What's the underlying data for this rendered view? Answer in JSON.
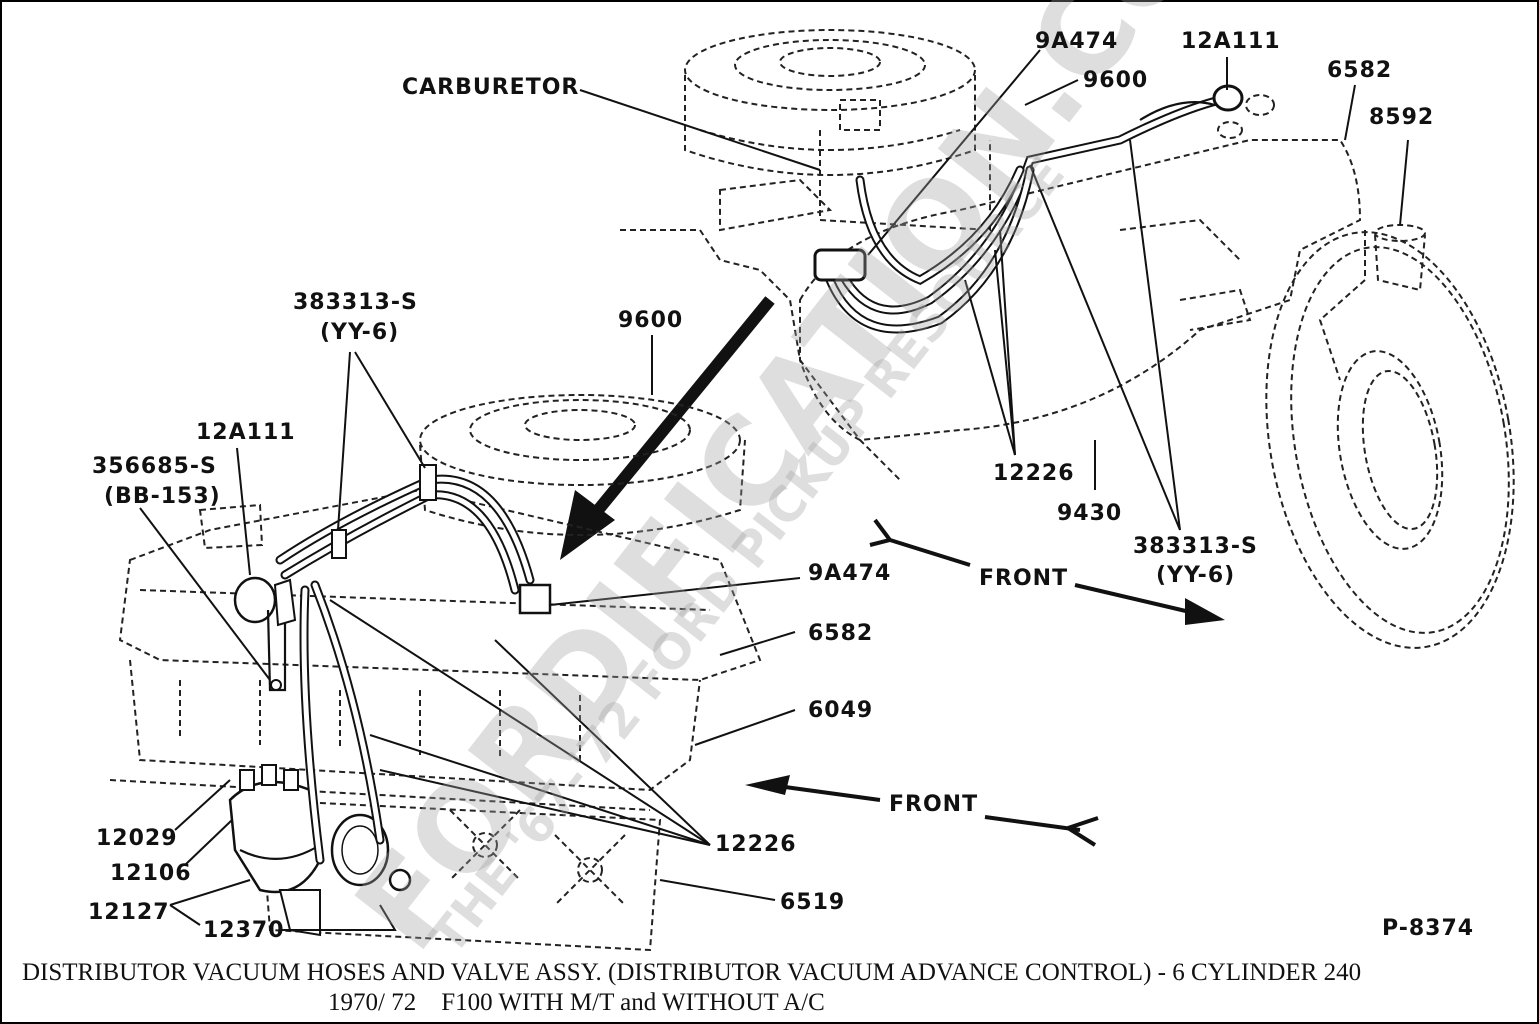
{
  "diagram": {
    "figure_id": "P-8374",
    "caption": {
      "line1": "DISTRIBUTOR VACUUM HOSES AND VALVE ASSY. (DISTRIBUTOR VACUUM ADVANCE CONTROL) - 6 CYLINDER 240",
      "line2": "1970/ 72    F100 WITH M/T and WITHOUT A/C"
    },
    "watermark": {
      "line1": "FORDIFICATION.COM",
      "line2": "THE '67-'72 FORD PICKUP RESOURCE"
    },
    "upper_view_labels": {
      "carburetor": "CARBURETOR",
      "valve_9a474": "9A474",
      "air_cleaner_9600": "9600",
      "valve_12a111": "12A111",
      "rocker_cover_6582": "6582",
      "thermostat_housing_8592": "8592",
      "hose_12226": "12226",
      "manifold_9430": "9430",
      "clip_383313s": "383313-S",
      "clip_yy6": "(YY-6)",
      "front": "FRONT"
    },
    "lower_view_labels": {
      "clip_383313s": "383313-S",
      "clip_yy6": "(YY-6)",
      "air_cleaner_9600": "9600",
      "valve_12a111": "12A111",
      "bolt_356685s": "356685-S",
      "bolt_bb153": "(BB-153)",
      "valve_9a474": "9A474",
      "rocker_cover_6582": "6582",
      "block_6049": "6049",
      "front": "FRONT",
      "hose_12226": "12226",
      "part_12029": "12029",
      "part_12106": "12106",
      "part_12127": "12127",
      "part_12370": "12370",
      "pan_6519": "6519"
    }
  }
}
